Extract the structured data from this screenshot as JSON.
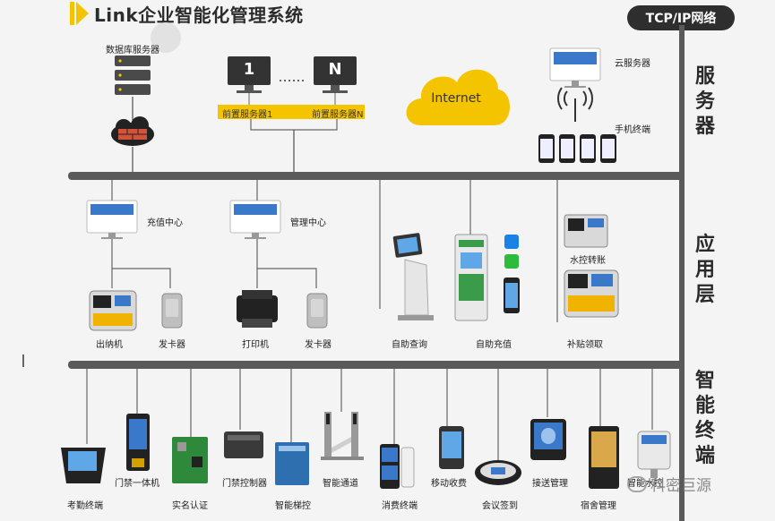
{
  "title": "Link企业智能化管理系统",
  "network": "TCP/IP网络",
  "layers": {
    "server": [
      "服",
      "务",
      "器"
    ],
    "app": [
      "应",
      "用",
      "层"
    ],
    "terminal": [
      "智",
      "能",
      "终",
      "端"
    ]
  },
  "servers": {
    "database": "数据库服务器",
    "front1_num": "1",
    "frontN_num": "N",
    "front1": "前置服务器1",
    "frontN": "前置服务器N",
    "internet": "Internet",
    "cloud": "云服务器",
    "mobile": "手机终端"
  },
  "app": {
    "recharge_center": "充值中心",
    "mgmt_center": "管理中心",
    "cashier": "出纳机",
    "card_issuer1": "发卡器",
    "printer": "打印机",
    "card_issuer2": "发卡器",
    "self_query": "自助查询",
    "self_recharge": "自助充值",
    "water_transfer": "水控转账",
    "subsidy": "补贴领取"
  },
  "terminals": {
    "attendance": "考勤终端",
    "access_all_in_one": "门禁一体机",
    "real_name": "实名认证",
    "access_controller": "门禁控制器",
    "elevator": "智能梯控",
    "channel": "智能通道",
    "consumption": "消费终端",
    "mobile_charge": "移动收费",
    "meeting": "会议签到",
    "shuttle": "接送管理",
    "dorm": "宿舍管理",
    "water_ctrl": "智能水控"
  },
  "watermark": "科密巨源",
  "colors": {
    "accent": "#f5c400",
    "bus": "#5a5a5a",
    "dark": "#2e2e2e"
  }
}
